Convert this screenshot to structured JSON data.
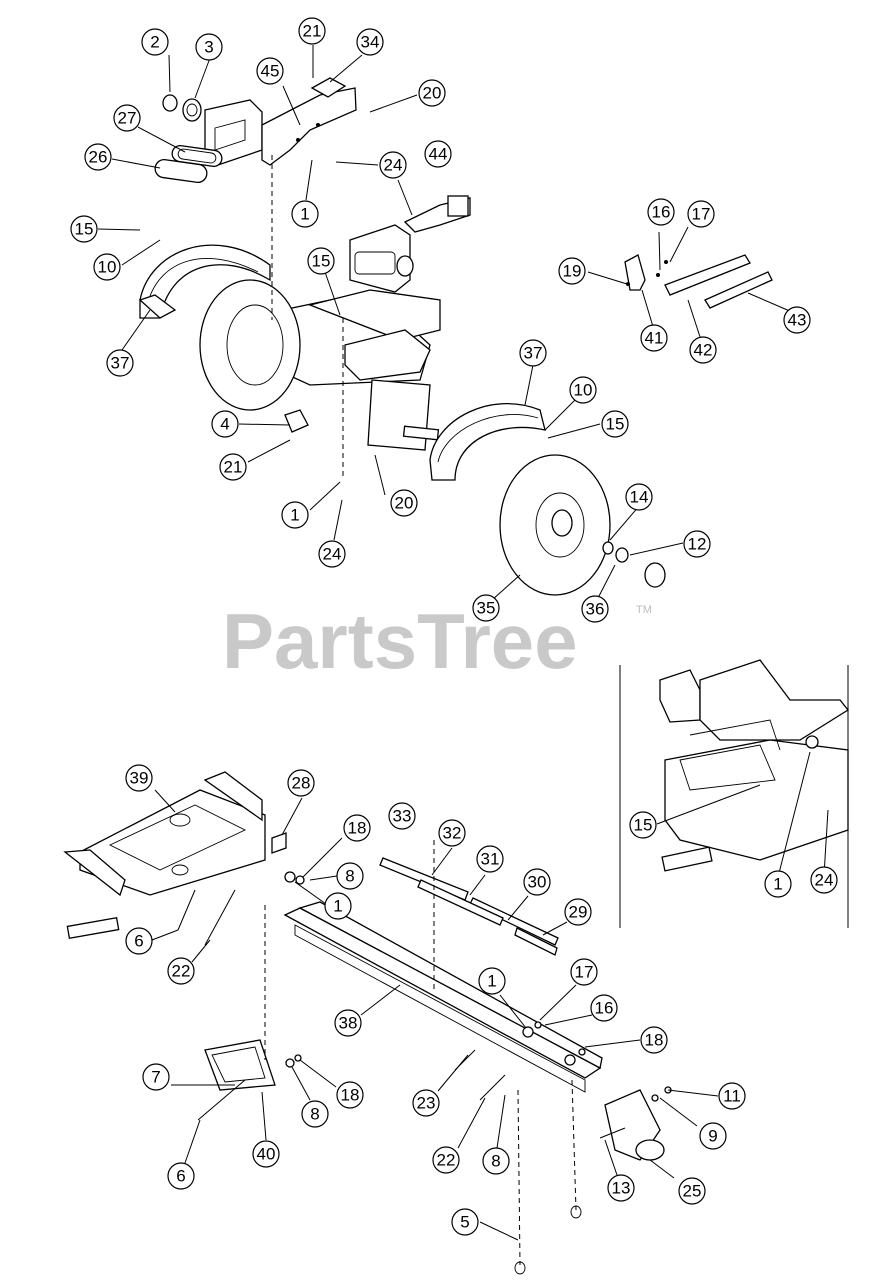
{
  "watermark": {
    "brand": "PartsTree",
    "trademark": "TM"
  },
  "callouts": {
    "c2": "2",
    "c3": "3",
    "c21a": "21",
    "c34": "34",
    "c45": "45",
    "c20a": "20",
    "c27": "27",
    "c26": "26",
    "c24a": "24",
    "c44": "44",
    "c1a": "1",
    "c15a": "15",
    "c10a": "10",
    "c37a": "37",
    "c15b": "15",
    "c16a": "16",
    "c17a": "17",
    "c19": "19",
    "c41": "41",
    "c42": "42",
    "c43": "43",
    "c37b": "37",
    "c10b": "10",
    "c15c": "15",
    "c4": "4",
    "c21b": "21",
    "c20b": "20",
    "c1b": "1",
    "c24b": "24",
    "c14": "14",
    "c12": "12",
    "c35": "35",
    "c36": "36",
    "c15d": "15",
    "c1c": "1",
    "c24c": "24",
    "c39": "39",
    "c28": "28",
    "c33": "33",
    "c32": "32",
    "c31": "31",
    "c30": "30",
    "c29": "29",
    "c18a": "18",
    "c8a": "8",
    "c1d": "1",
    "c6a": "6",
    "c22a": "22",
    "c38": "38",
    "c1e": "1",
    "c17b": "17",
    "c16b": "16",
    "c18b": "18",
    "c7": "7",
    "c18c": "18",
    "c8b": "8",
    "c23": "23",
    "c11": "11",
    "c9": "9",
    "c6b": "6",
    "c40": "40",
    "c22b": "22",
    "c8c": "8",
    "c13": "13",
    "c25": "25",
    "c5": "5"
  }
}
